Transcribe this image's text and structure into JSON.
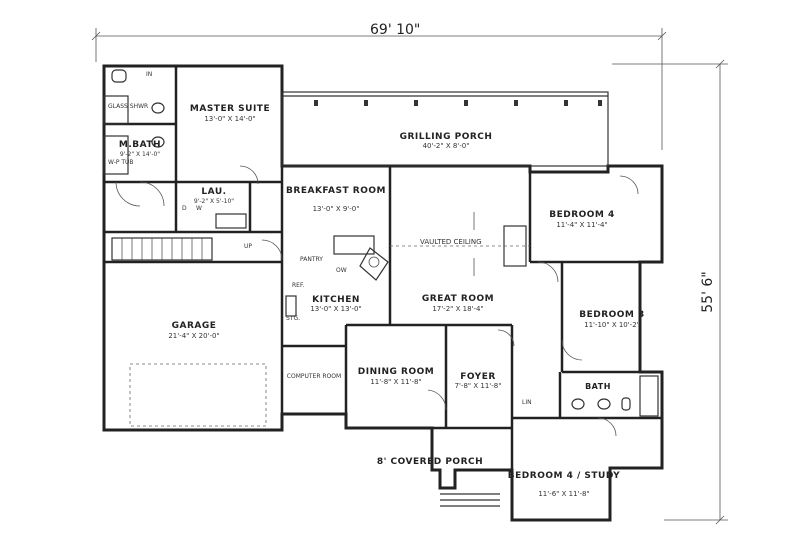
{
  "dimensions": {
    "width": "69' 10\"",
    "depth": "55' 6\""
  },
  "rooms": [
    {
      "id": "master-suite",
      "name": "MASTER SUITE",
      "size": "13'-0\" X 14'-0\""
    },
    {
      "id": "grilling-porch",
      "name": "GRILLING PORCH",
      "size": "40'-2\" X 8'-0\""
    },
    {
      "id": "m-bath",
      "name": "M.BATH",
      "size": "9'-2\" X 14'-0\""
    },
    {
      "id": "laundry",
      "name": "LAU.",
      "size": "9'-2\" X 5'-10\""
    },
    {
      "id": "breakfast-room",
      "name": "BREAKFAST ROOM",
      "size": "13'-0\" X 9'-0\""
    },
    {
      "id": "bedroom-4-top",
      "name": "BEDROOM 4",
      "size": "11'-4\" X 11'-4\""
    },
    {
      "id": "garage",
      "name": "GARAGE",
      "size": "21'-4\" X 20'-0\""
    },
    {
      "id": "kitchen",
      "name": "KITCHEN",
      "size": "13'-0\" X 13'-0\""
    },
    {
      "id": "great-room",
      "name": "GREAT ROOM",
      "size": "17'-2\" X 18'-4\""
    },
    {
      "id": "bedroom-3",
      "name": "BEDROOM 3",
      "size": "11'-10\" X 10'-2\""
    },
    {
      "id": "dining-room",
      "name": "DINING ROOM",
      "size": "11'-8\" X 11'-8\""
    },
    {
      "id": "foyer",
      "name": "FOYER",
      "size": "7'-8\" X 11'-8\""
    },
    {
      "id": "covered-porch",
      "name": "8' COVERED PORCH",
      "size": ""
    },
    {
      "id": "bedroom-4-study",
      "name": "BEDROOM 4 / STUDY",
      "size": "11'-6\" X 11'-8\""
    }
  ],
  "labels": {
    "glass_shwr": "GLASS SHWR",
    "wp_tub": "W-P TUB",
    "in": "IN",
    "vaulted_ceiling": "VAULTED CEILING",
    "pantry": "PANTRY",
    "ow": "OW",
    "ref": "REF.",
    "stg": "STG.",
    "computer_room": "COMPUTER ROOM",
    "up": "UP",
    "bath": "BATH",
    "lin": "LIN",
    "d": "D",
    "w": "W"
  }
}
